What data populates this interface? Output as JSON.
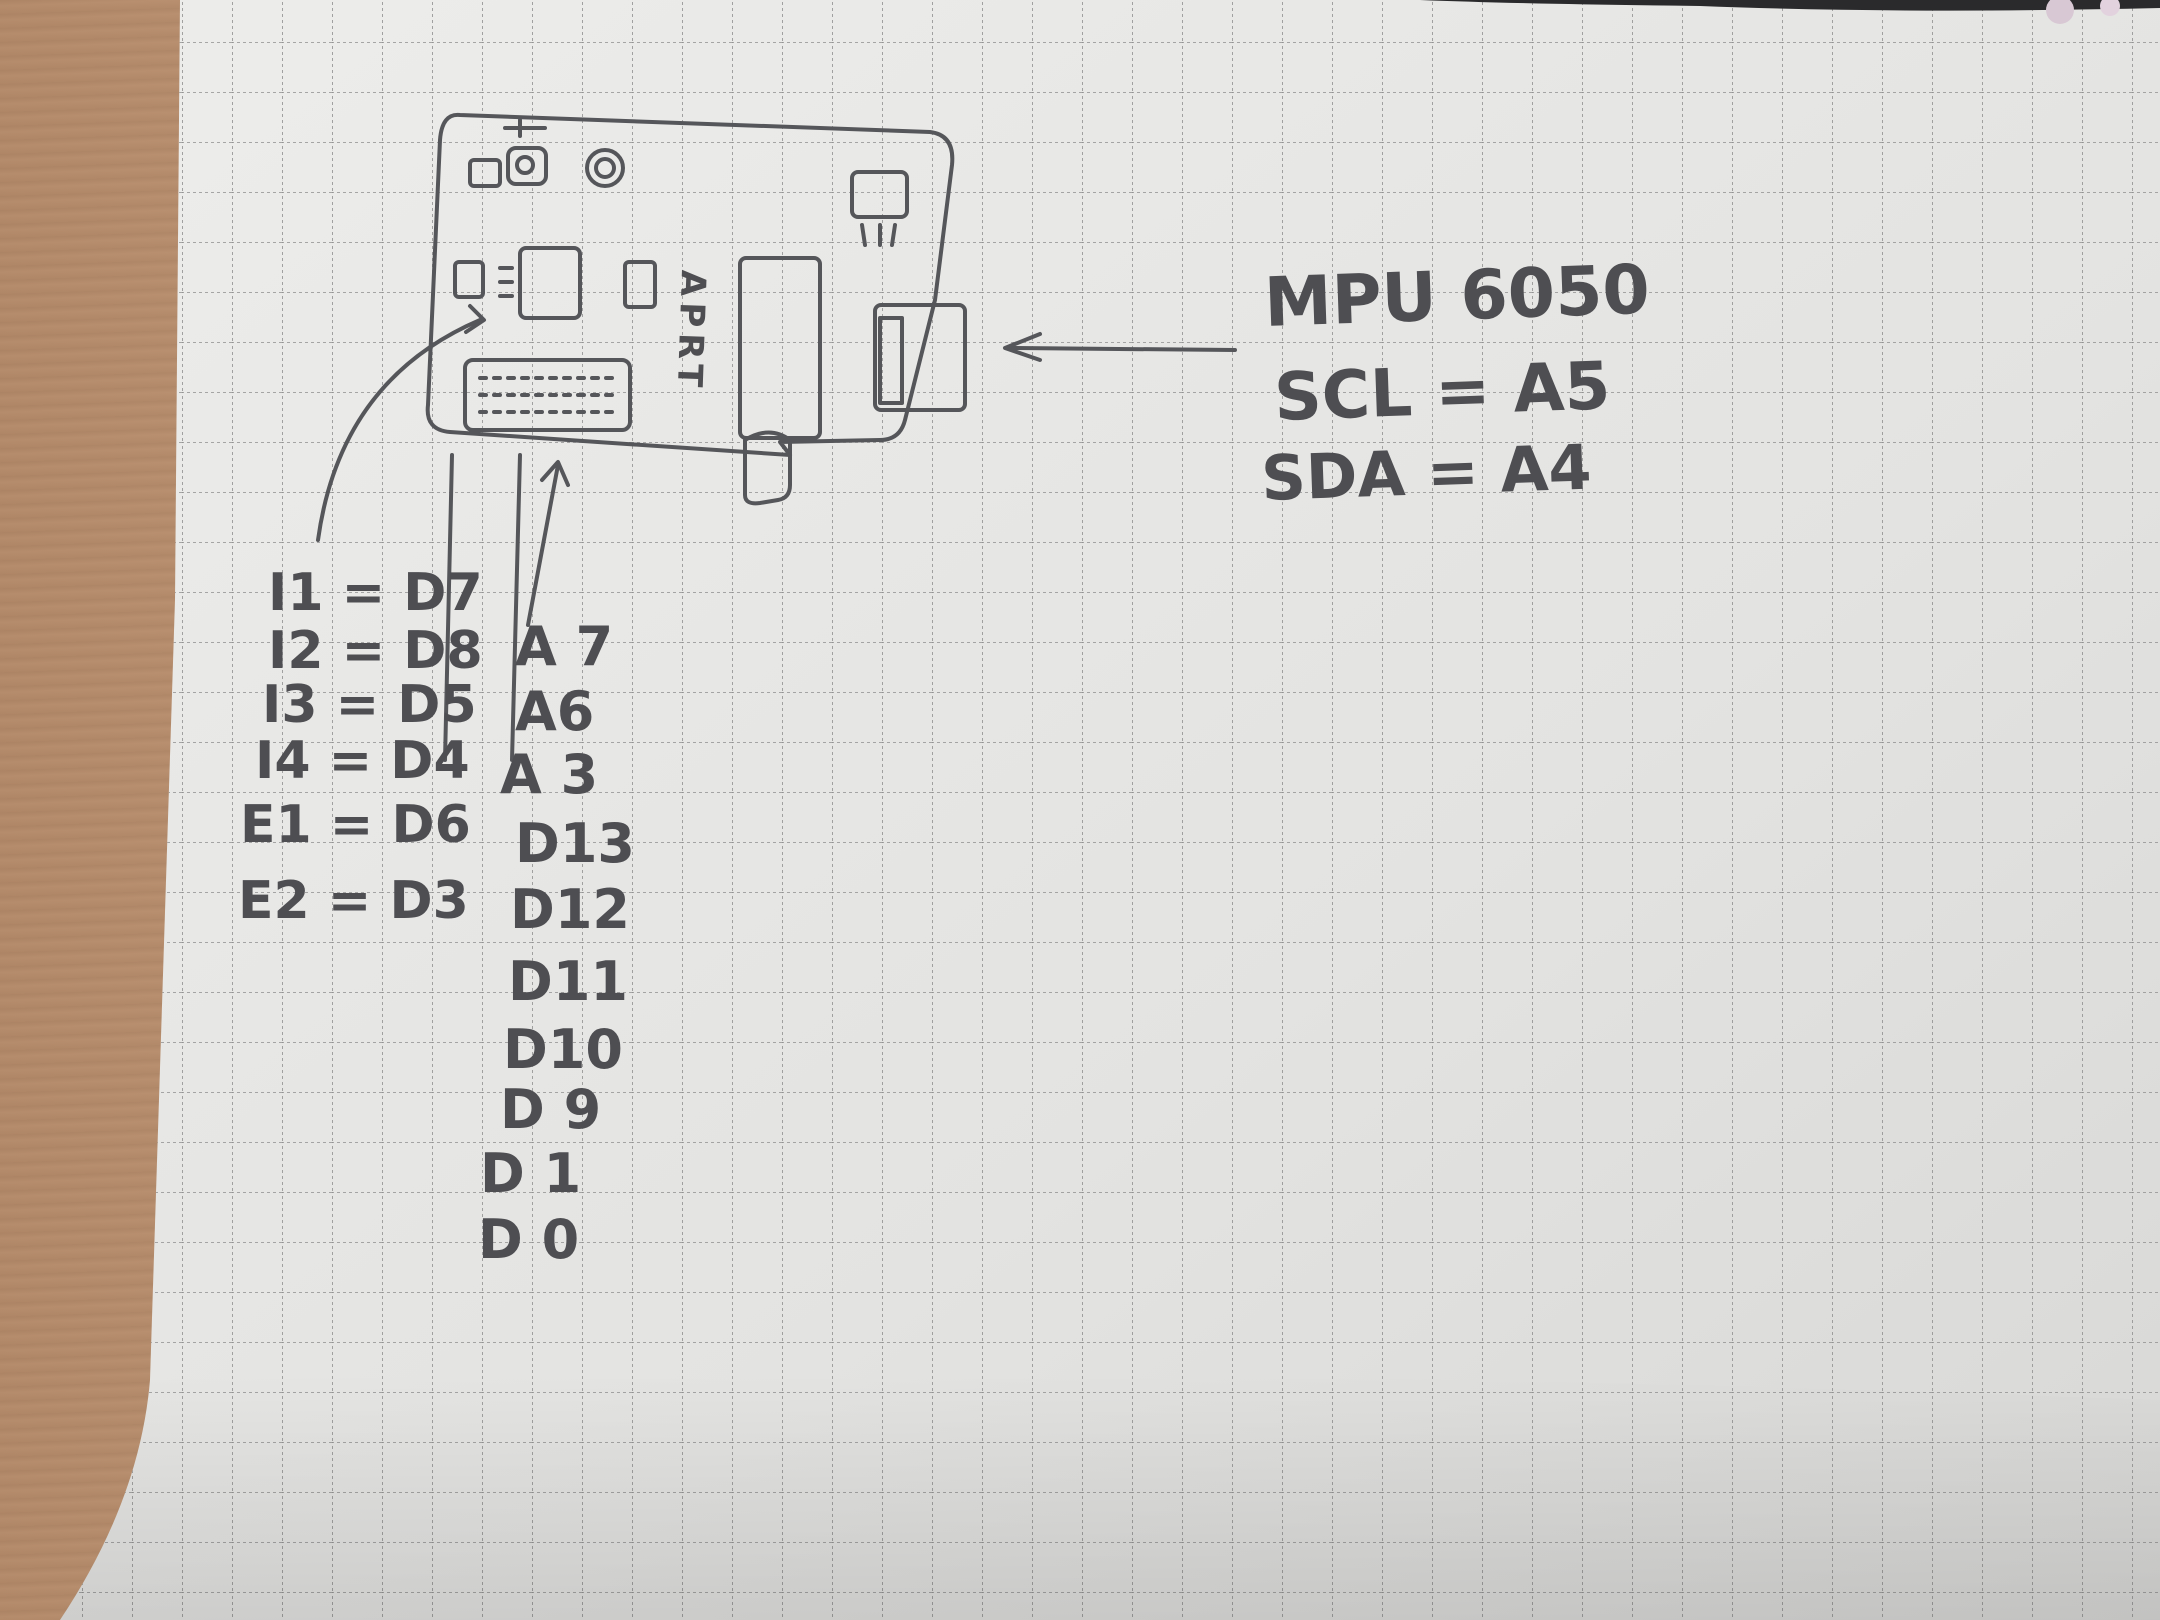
{
  "sketch": {
    "module_label": "MPU 6050",
    "scl_line": "SCL = A5",
    "sda_line": "SDA = A4",
    "board_label": "APRT"
  },
  "left_pins": [
    {
      "label": "I1 = D7"
    },
    {
      "label": "I2 = D8"
    },
    {
      "label": "I3 = D5"
    },
    {
      "label": "I4 = D4"
    },
    {
      "label": "E1 = D6"
    },
    {
      "label": "E2 = D3"
    }
  ],
  "right_pins": [
    {
      "label": "A 7"
    },
    {
      "label": "A6"
    },
    {
      "label": "A 3"
    },
    {
      "label": "D13"
    },
    {
      "label": "D12"
    },
    {
      "label": "D11"
    },
    {
      "label": "D10"
    },
    {
      "label": "D 9"
    },
    {
      "label": "D 1"
    },
    {
      "label": "D 0"
    }
  ],
  "colors": {
    "paper": "#e6e6e4",
    "grid": "#8c8c8c",
    "pencil": "#4e4e52",
    "table": "#c19a7a"
  }
}
